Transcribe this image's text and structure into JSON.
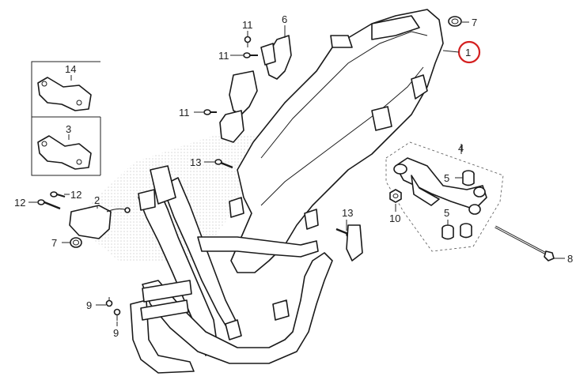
{
  "diagram": {
    "callouts": [
      {
        "id": "c1",
        "text": "1"
      },
      {
        "id": "c2",
        "text": "2"
      },
      {
        "id": "c3",
        "text": "3"
      },
      {
        "id": "c4",
        "text": "4"
      },
      {
        "id": "c5a",
        "text": "5"
      },
      {
        "id": "c5b",
        "text": "5"
      },
      {
        "id": "c6",
        "text": "6"
      },
      {
        "id": "c7a",
        "text": "7"
      },
      {
        "id": "c7b",
        "text": "7"
      },
      {
        "id": "c8",
        "text": "8"
      },
      {
        "id": "c9a",
        "text": "9"
      },
      {
        "id": "c9b",
        "text": "9"
      },
      {
        "id": "c10",
        "text": "10"
      },
      {
        "id": "c11a",
        "text": "11"
      },
      {
        "id": "c11b",
        "text": "11"
      },
      {
        "id": "c11c",
        "text": "11"
      },
      {
        "id": "c12a",
        "text": "12"
      },
      {
        "id": "c12b",
        "text": "12"
      },
      {
        "id": "c13a",
        "text": "13"
      },
      {
        "id": "c13b",
        "text": "13"
      },
      {
        "id": "c14",
        "text": "14"
      }
    ],
    "highlight_color": "#d42020",
    "line_color": "#1a1a1a",
    "watermark_color": "#c8c8c8"
  }
}
